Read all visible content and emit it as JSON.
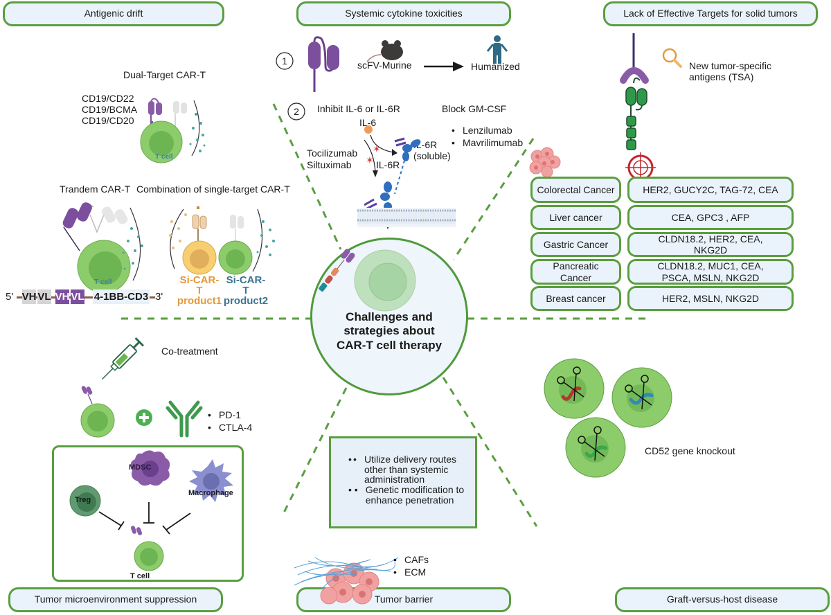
{
  "title": "Challenges and strategies about CAR-T cell therapy",
  "colors": {
    "frame_green": "#5a9e3f",
    "pill_fill": "#eaf3fb",
    "cell_green": "#8dcc6a",
    "car_purple": "#7b4f9e",
    "product1_orange": "#e39a3b",
    "product2_blue": "#3b7590",
    "tcell_label_blue": "#3b7fa6"
  },
  "panels": {
    "antigenic_drift": {
      "header": "Antigenic drift",
      "dual_target": {
        "title": "Dual-Target CAR-T",
        "targets": [
          "CD19/CD22",
          "CD19/BCMA",
          "CD19/CD20"
        ],
        "cell_label": "T cell"
      },
      "tandem": {
        "title": "Trandem CAR-T",
        "cell_label": "T cell",
        "construct": {
          "five_prime": "5'",
          "segments": [
            "VH",
            "VL",
            "VH",
            "VL"
          ],
          "signal": "4-1BB-CD3",
          "three_prime": "3'"
        }
      },
      "combination": {
        "title": "Combination of single-target CAR-T",
        "product1": [
          "Si-CAR-",
          "T",
          "product1"
        ],
        "product2": [
          "Si-CAR-",
          "T",
          "product2"
        ]
      }
    },
    "cytokine": {
      "header": "Systemic cytokine toxicities",
      "step1": {
        "number": "1",
        "from_label": "scFV-Murine",
        "to_label": "Humanized"
      },
      "step2": {
        "number": "2",
        "inhibit_label": "Inhibit IL-6 or IL-6R",
        "block_label": "Block GM-CSF",
        "il6": "IL-6",
        "il6r_soluble": [
          "IL-6R",
          "(soluble)"
        ],
        "il6r": "IL-6R",
        "drugs": [
          "Tocilizumab",
          "Siltuximab"
        ],
        "gmcsf_drugs": [
          "Lenzilumab",
          "Mavrilimumab"
        ]
      }
    },
    "targets": {
      "header": "Lack of Effective Targets for solid tumors",
      "tsa_label": [
        "New tumor-specific",
        "antigens (TSA)"
      ],
      "table": [
        {
          "cancer": "Colorectal Cancer",
          "antigens": "HER2, GUCY2C, TAG-72, CEA"
        },
        {
          "cancer": "Liver cancer",
          "antigens": "CEA, GPC3 , AFP"
        },
        {
          "cancer": "Gastric Cancer",
          "antigens": "CLDN18.2, HER2, CEA, NKG2D"
        },
        {
          "cancer": "Pancreatic Cancer",
          "antigens": "CLDN18.2, MUC1, CEA, PSCA, MSLN, NKG2D"
        },
        {
          "cancer": "Breast cancer",
          "antigens": "HER2, MSLN, NKG2D"
        }
      ]
    },
    "tme": {
      "header": "Tumor microenvironment suppression",
      "cotreatment": "Co-treatment",
      "checkpoints": [
        "PD-1",
        "CTLA-4"
      ],
      "cells": {
        "treg": "Treg",
        "mdsc": "MDSC",
        "macrophage": "Macrophage",
        "tcell": "T cell"
      }
    },
    "barrier": {
      "header": "Tumor barrier",
      "strategies": [
        "Utilize delivery routes other than systemic administration",
        "Genetic modification to enhance penetration"
      ],
      "components": [
        "CAFs",
        "ECM"
      ]
    },
    "gvhd": {
      "header": "Graft-versus-host disease",
      "strategy": "CD52 gene knockout"
    }
  },
  "center": {
    "lines": [
      "Challenges and",
      "strategies about",
      "CAR-T cell therapy"
    ]
  }
}
